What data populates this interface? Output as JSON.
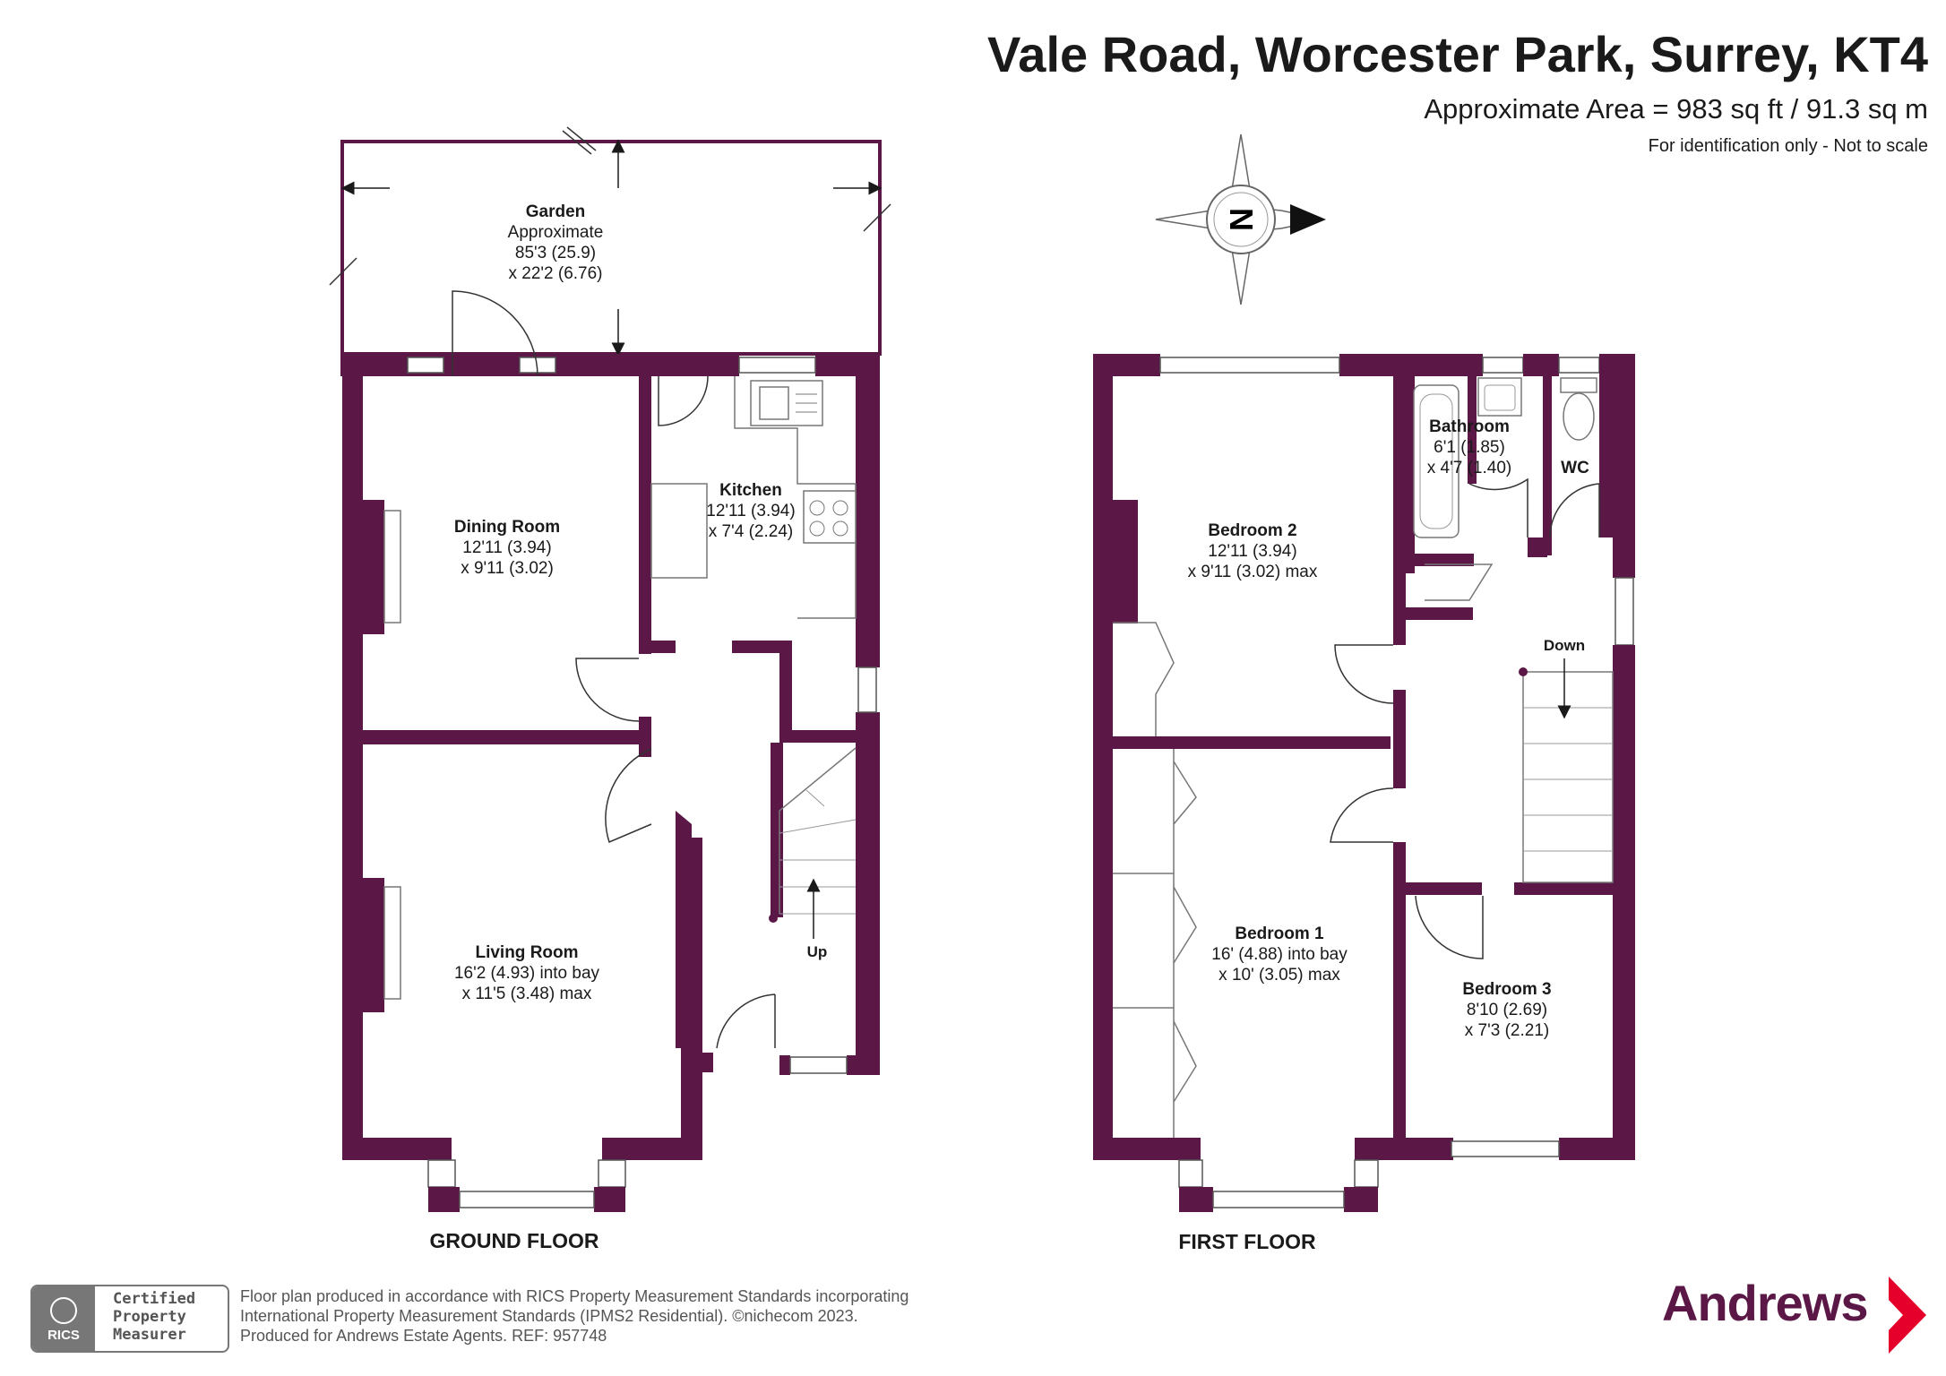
{
  "header": {
    "title": "Vale Road, Worcester Park, Surrey, KT4",
    "area": "Approximate Area = 983 sq ft / 91.3 sq m",
    "note": "For identification only - Not to scale"
  },
  "compass": {
    "label": "N"
  },
  "ground_floor": {
    "label": "GROUND FLOOR",
    "garden": {
      "name": "Garden",
      "line1": "Approximate",
      "line2": "85'3 (25.9)",
      "line3": "x 22'2 (6.76)"
    },
    "dining_room": {
      "name": "Dining Room",
      "line1": "12'11 (3.94)",
      "line2": "x 9'11 (3.02)"
    },
    "kitchen": {
      "name": "Kitchen",
      "line1": "12'11 (3.94)",
      "line2": "x 7'4 (2.24)"
    },
    "living_room": {
      "name": "Living Room",
      "line1": "16'2 (4.93) into bay",
      "line2": "x 11'5 (3.48) max"
    },
    "stairs": "Up"
  },
  "first_floor": {
    "label": "FIRST FLOOR",
    "bedroom2": {
      "name": "Bedroom 2",
      "line1": "12'11 (3.94)",
      "line2": "x 9'11 (3.02) max"
    },
    "bathroom": {
      "name": "Bathroom",
      "line1": "6'1 (1.85)",
      "line2": "x 4'7 (1.40)"
    },
    "wc": "WC",
    "bedroom1": {
      "name": "Bedroom 1",
      "line1": "16' (4.88) into bay",
      "line2": "x 10' (3.05) max"
    },
    "bedroom3": {
      "name": "Bedroom 3",
      "line1": "8'10 (2.69)",
      "line2": "x 7'3 (2.21)"
    },
    "stairs": "Down"
  },
  "footer": {
    "line1": "Floor plan produced in accordance with RICS Property Measurement Standards incorporating",
    "line2": "International Property Measurement Standards (IPMS2 Residential).   ©nichecom 2023.",
    "line3": "Produced for Andrews Estate Agents.   REF:   957748"
  },
  "rics": {
    "logo": "RICS",
    "line1": "Certified",
    "line2": "Property",
    "line3": "Measurer"
  },
  "brand": {
    "name": "Andrews"
  },
  "colors": {
    "wall": "#5b1846",
    "text": "#1a1a1a"
  }
}
